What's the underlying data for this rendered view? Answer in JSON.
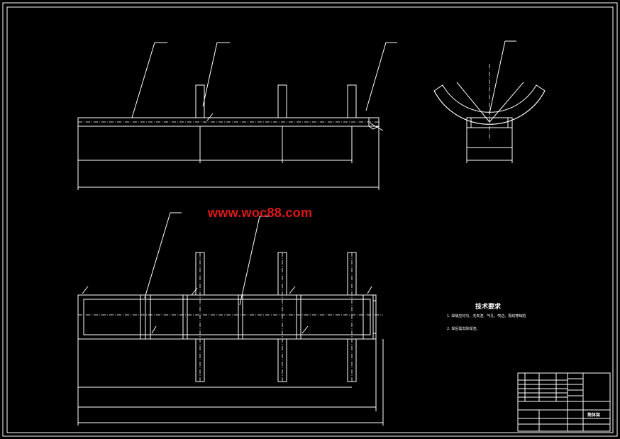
{
  "watermark": {
    "text": "www.woc88.com",
    "color": "#e01818"
  },
  "technical_requirements": {
    "title": "技术要求",
    "lines": [
      "1. 焊缝应均匀，无夹渣、气孔、咬边、裂纹等缺陷",
      "2. 焊后需去除焊渣。"
    ]
  },
  "title_block": {
    "part_name": "筒体架"
  },
  "colors": {
    "background": "#000000",
    "outline": "#ffffff",
    "dimension": "#e6e6e6",
    "watermark": "#e01818"
  }
}
